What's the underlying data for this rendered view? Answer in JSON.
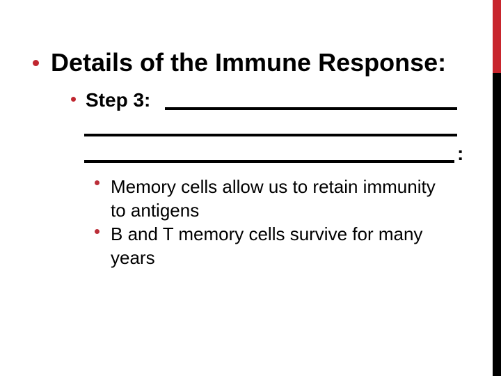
{
  "slide": {
    "title": {
      "text": "Details of the Immune Response:"
    },
    "step": {
      "label": "Step 3:",
      "blank_line_count": 3,
      "trailing_colon": ":"
    },
    "body_bullets": [
      {
        "lines": [
          "Memory cells allow us to retain immunity",
          "to antigens"
        ]
      },
      {
        "lines": [
          "B and T memory cells survive for many",
          "years"
        ]
      }
    ],
    "colors": {
      "background": "#ffffff",
      "text": "#000000",
      "title_bullet_red": "#c0262f",
      "body_bullet_red": "#bb2e38",
      "accent_bar_red": "#c8252d",
      "accent_bar_black": "#000000",
      "blank_line": "#000000"
    }
  }
}
